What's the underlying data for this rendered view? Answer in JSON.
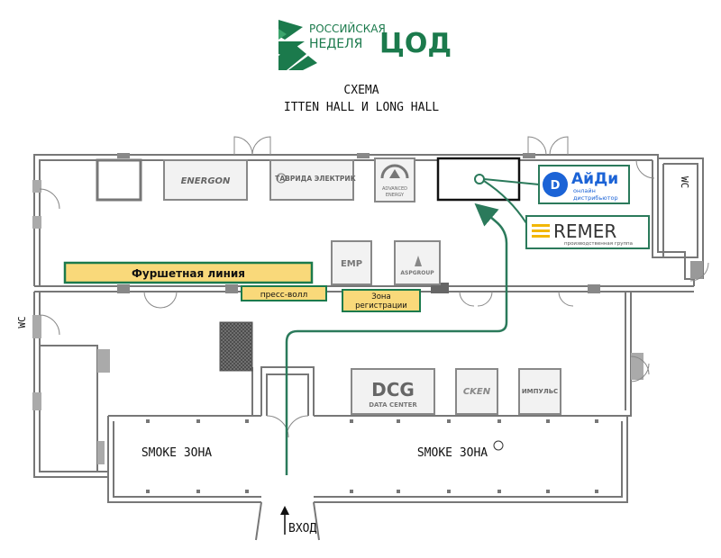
{
  "header": {
    "logo_line1": "РОССИЙСКАЯ",
    "logo_line2": "НЕДЕЛЯ",
    "logo_line3": "ЦОД",
    "title_line1": "СХЕМА",
    "title_line2": "ITTEN HALL И LONG HALL"
  },
  "rooms": {
    "wc_right": "WC",
    "wc_left": "WC",
    "smoke_left": "SMOKE ЗОНА",
    "smoke_right": "SMOKE ЗОНА",
    "entrance": "ВХОД"
  },
  "zones": {
    "buffet": "Фуршетная линия",
    "press_wall": "пресс-волл",
    "registration_line1": "Зона",
    "registration_line2": "регистрации"
  },
  "booths": {
    "energon": "ENERGON",
    "tavrida": "ТАВРИДА ЭЛЕКТРИК",
    "advanced_line1": "ADVANCED",
    "advanced_line2": "ENERGY",
    "emp": "EMP",
    "aspgroup": "ASPGROUP",
    "dcg_logo": "DCG",
    "dcg_sub": "DATA CENTER",
    "ken": "CKEN",
    "impuls": "ИМПУЛЬС"
  },
  "callouts": {
    "aidi_name": "АйДи",
    "aidi_sub1": "онлайн",
    "aidi_sub2": "дистрибьютор",
    "remer_name": "REMER",
    "remer_sub": "производственная группа"
  },
  "colors": {
    "brand_green": "#1b7a4c",
    "route_green": "#2b7a5b",
    "buffet_fill": "#f9d97a",
    "aidi_blue": "#1b63d6",
    "remer_yellow": "#f2b705",
    "wall": "#777777"
  }
}
